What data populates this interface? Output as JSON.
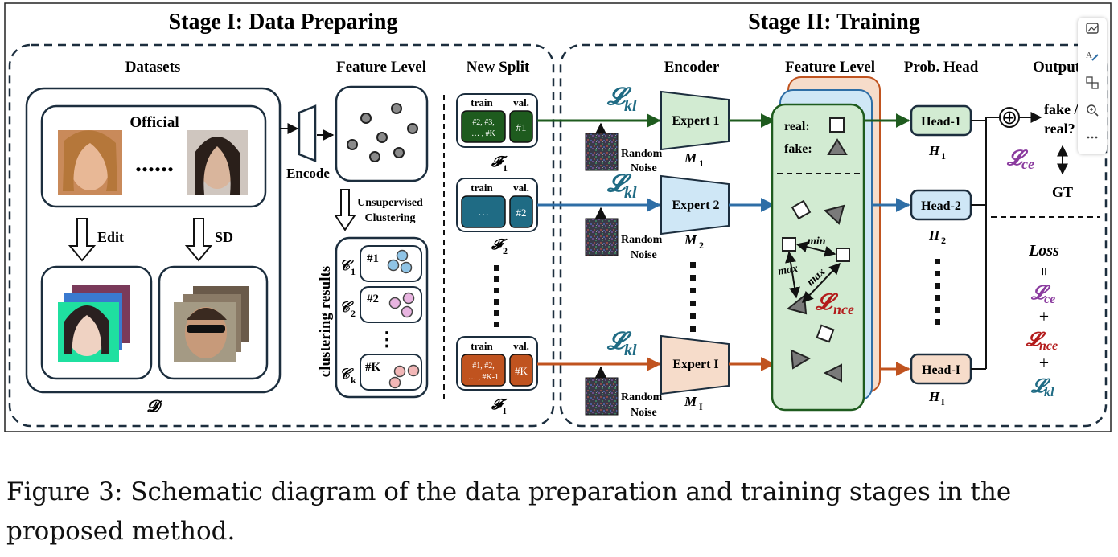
{
  "stage1": {
    "title": "Stage I: Data Preparing",
    "datasets_header": "Datasets",
    "official_label": "Official",
    "ellipsis_dots": "......",
    "edit_label": "Edit",
    "sd_label": "SD",
    "dataset_symbol": "𝓓",
    "encode_label": "Encode",
    "feature_level_header": "Feature Level",
    "clustering_line1": "Unsupervised",
    "clustering_line2": "Clustering",
    "clustering_results_label": "clustering results",
    "clusters": [
      {
        "symbol": "𝒞",
        "sub": "1",
        "tag": "#1"
      },
      {
        "symbol": "𝒞",
        "sub": "2",
        "tag": "#2"
      },
      {
        "symbol": "𝒞",
        "sub": "k",
        "tag": "#K"
      }
    ],
    "vertical_dots": "⋮"
  },
  "new_split": {
    "header": "New Split",
    "folds": [
      {
        "train_label": "train",
        "val_label": "val.",
        "train_content_l1": "#2, #3,",
        "train_content_l2": "… , #K",
        "val_content": "#1",
        "symbol": "𝓕",
        "sub": "1"
      },
      {
        "train_label": "train",
        "val_label": "val.",
        "train_content_l1": "…",
        "train_content_l2": "",
        "val_content": "#2",
        "symbol": "𝓕",
        "sub": "2"
      },
      {
        "train_label": "train",
        "val_label": "val.",
        "train_content_l1": "#1, #2,",
        "train_content_l2": "… , #K-1",
        "val_content": "#K",
        "symbol": "𝓕",
        "sub": "I"
      }
    ]
  },
  "stage2": {
    "title": "Stage II: Training",
    "encoder_header": "Encoder",
    "feature_level_header": "Feature Level",
    "prob_head_header": "Prob. Head",
    "output_header": "Output",
    "loss_kl": "𝓛",
    "loss_kl_sub": "kl",
    "random_noise_l1": "Random",
    "random_noise_l2": "Noise",
    "experts": [
      {
        "label": "Expert 1",
        "model": "M",
        "model_sub": "1",
        "head": "Head-1",
        "head_sym": "H",
        "head_sub": "1"
      },
      {
        "label": "Expert 2",
        "model": "M",
        "model_sub": "2",
        "head": "Head-2",
        "head_sym": "H",
        "head_sub": "2"
      },
      {
        "label": "Expert I",
        "model": "M",
        "model_sub": "I",
        "head": "Head-I",
        "head_sym": "H",
        "head_sub": "I"
      }
    ],
    "real_label": "real:",
    "fake_label": "fake:",
    "min_label": "min",
    "max_label_1": "max",
    "max_label_2": "max",
    "loss_nce": "𝓛",
    "loss_nce_sub": "nce",
    "output_fake_real_l1": "fake /",
    "output_fake_real_l2": "real?",
    "loss_ce": "𝓛",
    "loss_ce_sub": "ce",
    "gt_label": "GT",
    "plus_symbol": "⊕",
    "loss_title": "Loss",
    "equals_symbol": "=",
    "plus_1": "+",
    "plus_2": "+"
  },
  "caption": {
    "line1": "Figure 3: Schematic diagram of the data preparation and training stages in the",
    "line2": "proposed method."
  },
  "toolbar": {
    "icons": [
      "image-edit-icon",
      "text-highlight-icon",
      "translate-icon",
      "zoom-in-icon",
      "more-icon"
    ]
  },
  "colors": {
    "green_dark": "#1e5b1e",
    "blue": "#2e6ea6",
    "orange": "#c0531f",
    "teal": "#1f6b84",
    "loss_ce": "#8a3a9e",
    "loss_nce": "#b31b1b",
    "frame": "#1c2e3e"
  }
}
